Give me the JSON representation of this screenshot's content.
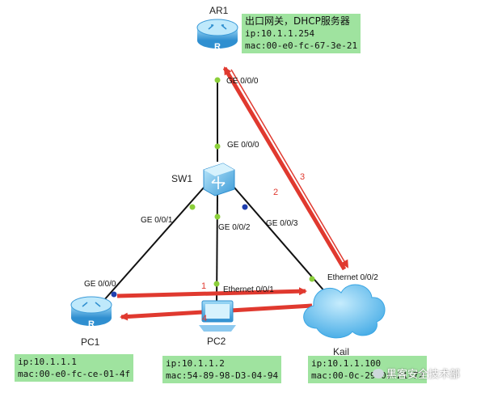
{
  "devices": {
    "ar1": "AR1",
    "sw1": "SW1",
    "pc1": "PC1",
    "pc2": "PC2",
    "kali": "Kail"
  },
  "ports": {
    "ar1_ge000": "GE 0/0/0",
    "sw1_ge000": "GE 0/0/0",
    "sw1_ge001": "GE 0/0/1",
    "sw1_ge002": "GE 0/0/2",
    "sw1_ge003": "GE 0/0/3",
    "pc1_ge000": "GE 0/0/0",
    "pc2_eth": "Ethernet 0/0/1",
    "kali_eth": "Ethernet 0/0/2"
  },
  "info": {
    "ar1": {
      "line1": "出口网关，DHCP服务器",
      "line2": "ip:10.1.1.254",
      "line3": "mac:00-e0-fc-67-3e-21"
    },
    "pc1": {
      "line1": "ip:10.1.1.1",
      "line2": "mac:00-e0-fc-ce-01-4f"
    },
    "pc2": {
      "line1": "ip:10.1.1.2",
      "line2": "mac:54-89-98-D3-04-94"
    },
    "kali": {
      "line1": "ip:10.1.1.100",
      "line2": "mac:00-0c-29-0f-21-72"
    }
  },
  "steps": {
    "s1": "1",
    "s2": "2",
    "s3": "3",
    "s4": "4"
  },
  "watermark": "黑客安全技术部",
  "colors": {
    "link": "#111111",
    "port_up": "#8bcf3a",
    "port_blue": "#1f3fae",
    "arrow": "#e0392f",
    "info_bg": "#9fe39f",
    "device_blue": "#4aa6df",
    "cloud_blue": "#5ab8ec"
  },
  "icons": {
    "router": "router-icon",
    "switch": "switch-icon",
    "pc": "pc-icon",
    "cloud": "cloud-icon"
  }
}
